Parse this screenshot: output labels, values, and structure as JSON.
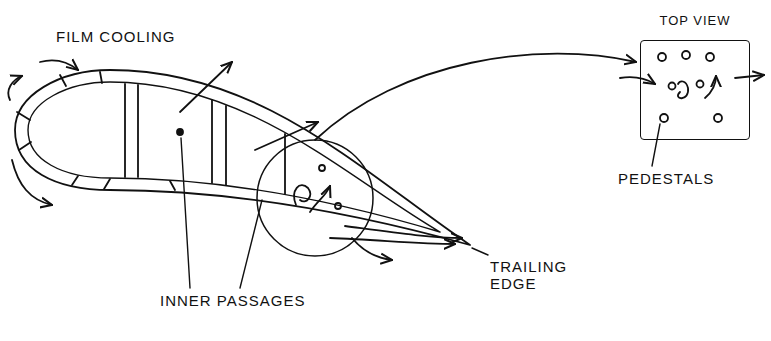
{
  "diagram": {
    "nodes": [
      {
        "text": [
          "TOP VIEW"
        ]
      }
    ],
    "labels": [
      "FILM COOLING",
      "INNER PASSAGES",
      "TRAILING EDGE",
      "PEDESTALS"
    ]
  }
}
